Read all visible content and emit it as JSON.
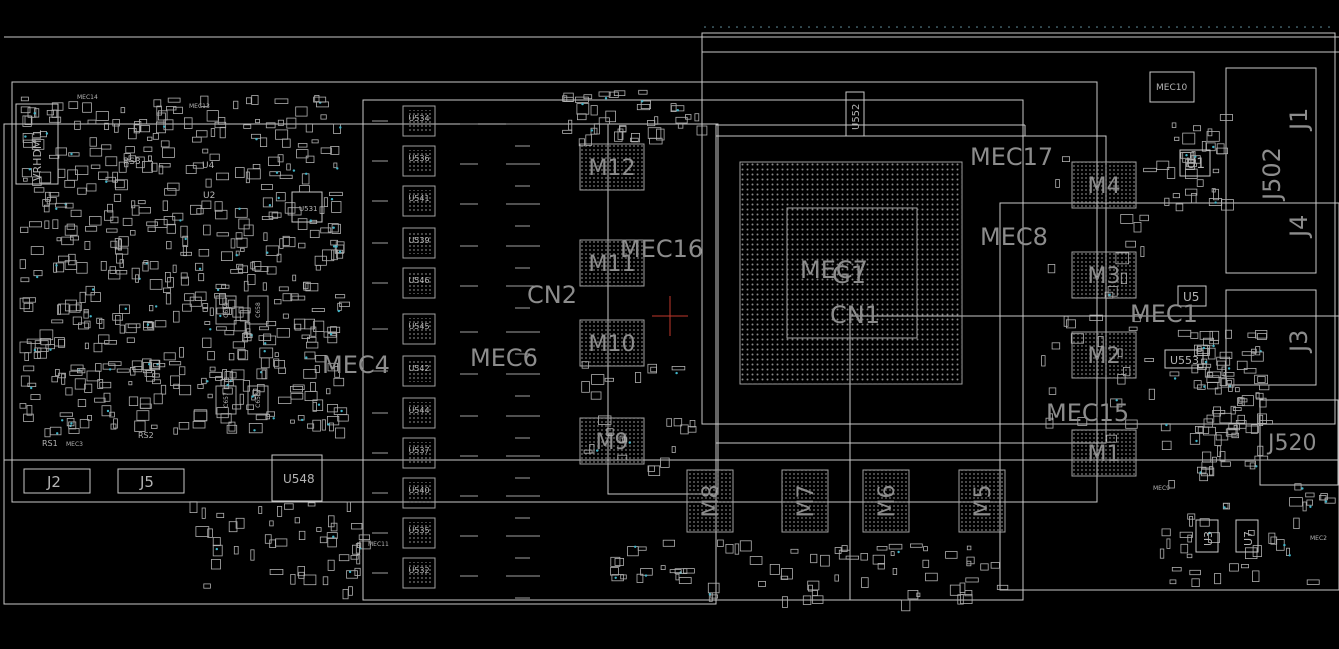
{
  "title": "",
  "colors": {
    "background": "#000000",
    "outline": "#c8c8c8",
    "silk": "#9a9a9a",
    "label": "#8c8c8c",
    "small_label": "#b4b4b4",
    "pad": "#b0b0b0",
    "cyan_via": "#3fb4c8",
    "cursor": "#c0392b"
  },
  "labels": {
    "mec17": "MEC17",
    "mec16": "MEC16",
    "mec8": "MEC8",
    "mec7": "MEC7",
    "g1": "G1",
    "cn2": "CN2",
    "cn1": "CN1",
    "mec1": "MEC1",
    "mec4": "MEC4",
    "mec6": "MEC6",
    "mec15": "MEC15",
    "mec10": "MEC10",
    "j1": "J1",
    "j502": "J502",
    "j4": "J4",
    "j3": "J3",
    "j520": "J520",
    "j2": "J2",
    "j5": "J5",
    "u548": "U548",
    "u553": "U553",
    "u552": "U552",
    "u1": "U1",
    "u5": "U5",
    "u3": "U3",
    "u7": "U7",
    "u2": "U2",
    "u4": "U4",
    "u531": "U531",
    "rs1": "RS1",
    "rs2": "RS2",
    "rs3": "RS3",
    "vrhdmi1": "VRHDMI1",
    "mec3": "MEC3",
    "mec14": "MEC14",
    "mec13": "MEC13",
    "mec2": "MEC2",
    "mec9": "MEC9",
    "mec11": "MEC11"
  },
  "memory_chips": [
    "M12",
    "M11",
    "M10",
    "M9",
    "M4",
    "M3",
    "M2",
    "M1"
  ],
  "memory_chips_vertical": [
    "M8",
    "M7",
    "M6",
    "M5"
  ],
  "regulators": [
    "U534",
    "U536",
    "U541",
    "U539",
    "U546",
    "U545",
    "U542",
    "U544",
    "U537",
    "U540",
    "U535",
    "U532"
  ],
  "inductors": [
    "C659",
    "C658",
    "C657",
    "C656"
  ]
}
